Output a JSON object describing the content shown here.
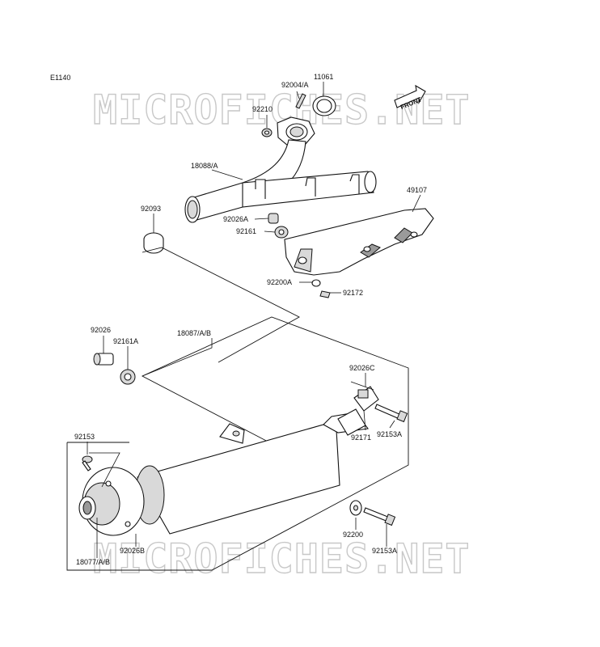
{
  "diagram_code": "E1140",
  "watermark": "MICROFICHES.NET",
  "front_arrow": "FRONT",
  "labels": {
    "p11061": "11061",
    "p92004A": "92004/A",
    "p92210": "92210",
    "p18088A": "18088/A",
    "p49107": "49107",
    "p92093": "92093",
    "p92026A": "92026A",
    "p92161": "92161",
    "p92200A": "92200A",
    "p92172": "92172",
    "p92026": "92026",
    "p92161A": "92161A",
    "p18087AB": "18087/A/B",
    "p92026C": "92026C",
    "p92153": "92153",
    "p92171": "92171",
    "p92153A_1": "92153A",
    "p92200": "92200",
    "p92153A_2": "92153A",
    "p92026B": "92026B",
    "p18077AB": "18077/A/B"
  }
}
